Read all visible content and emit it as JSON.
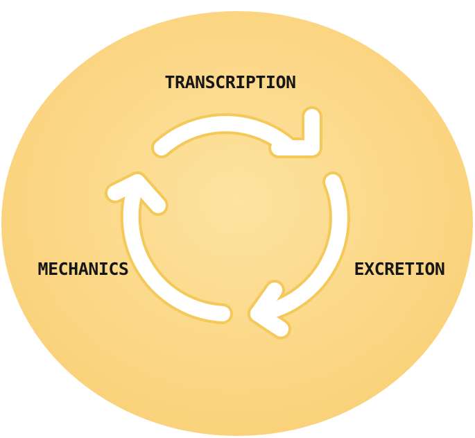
{
  "diagram": {
    "stages": [
      {
        "id": "transcription",
        "label": "TRANSCRIPTION"
      },
      {
        "id": "excretion",
        "label": "EXCRETION"
      },
      {
        "id": "mechanics",
        "label": "MECHANICS"
      }
    ],
    "colors": {
      "circle_center": "#fde19a",
      "circle_edge": "#fbd37a",
      "arrow": "#ffffff",
      "arrow_outline": "#f6cc5e",
      "text": "#161616"
    },
    "arrow_icon": "cycle-arrows-icon"
  }
}
